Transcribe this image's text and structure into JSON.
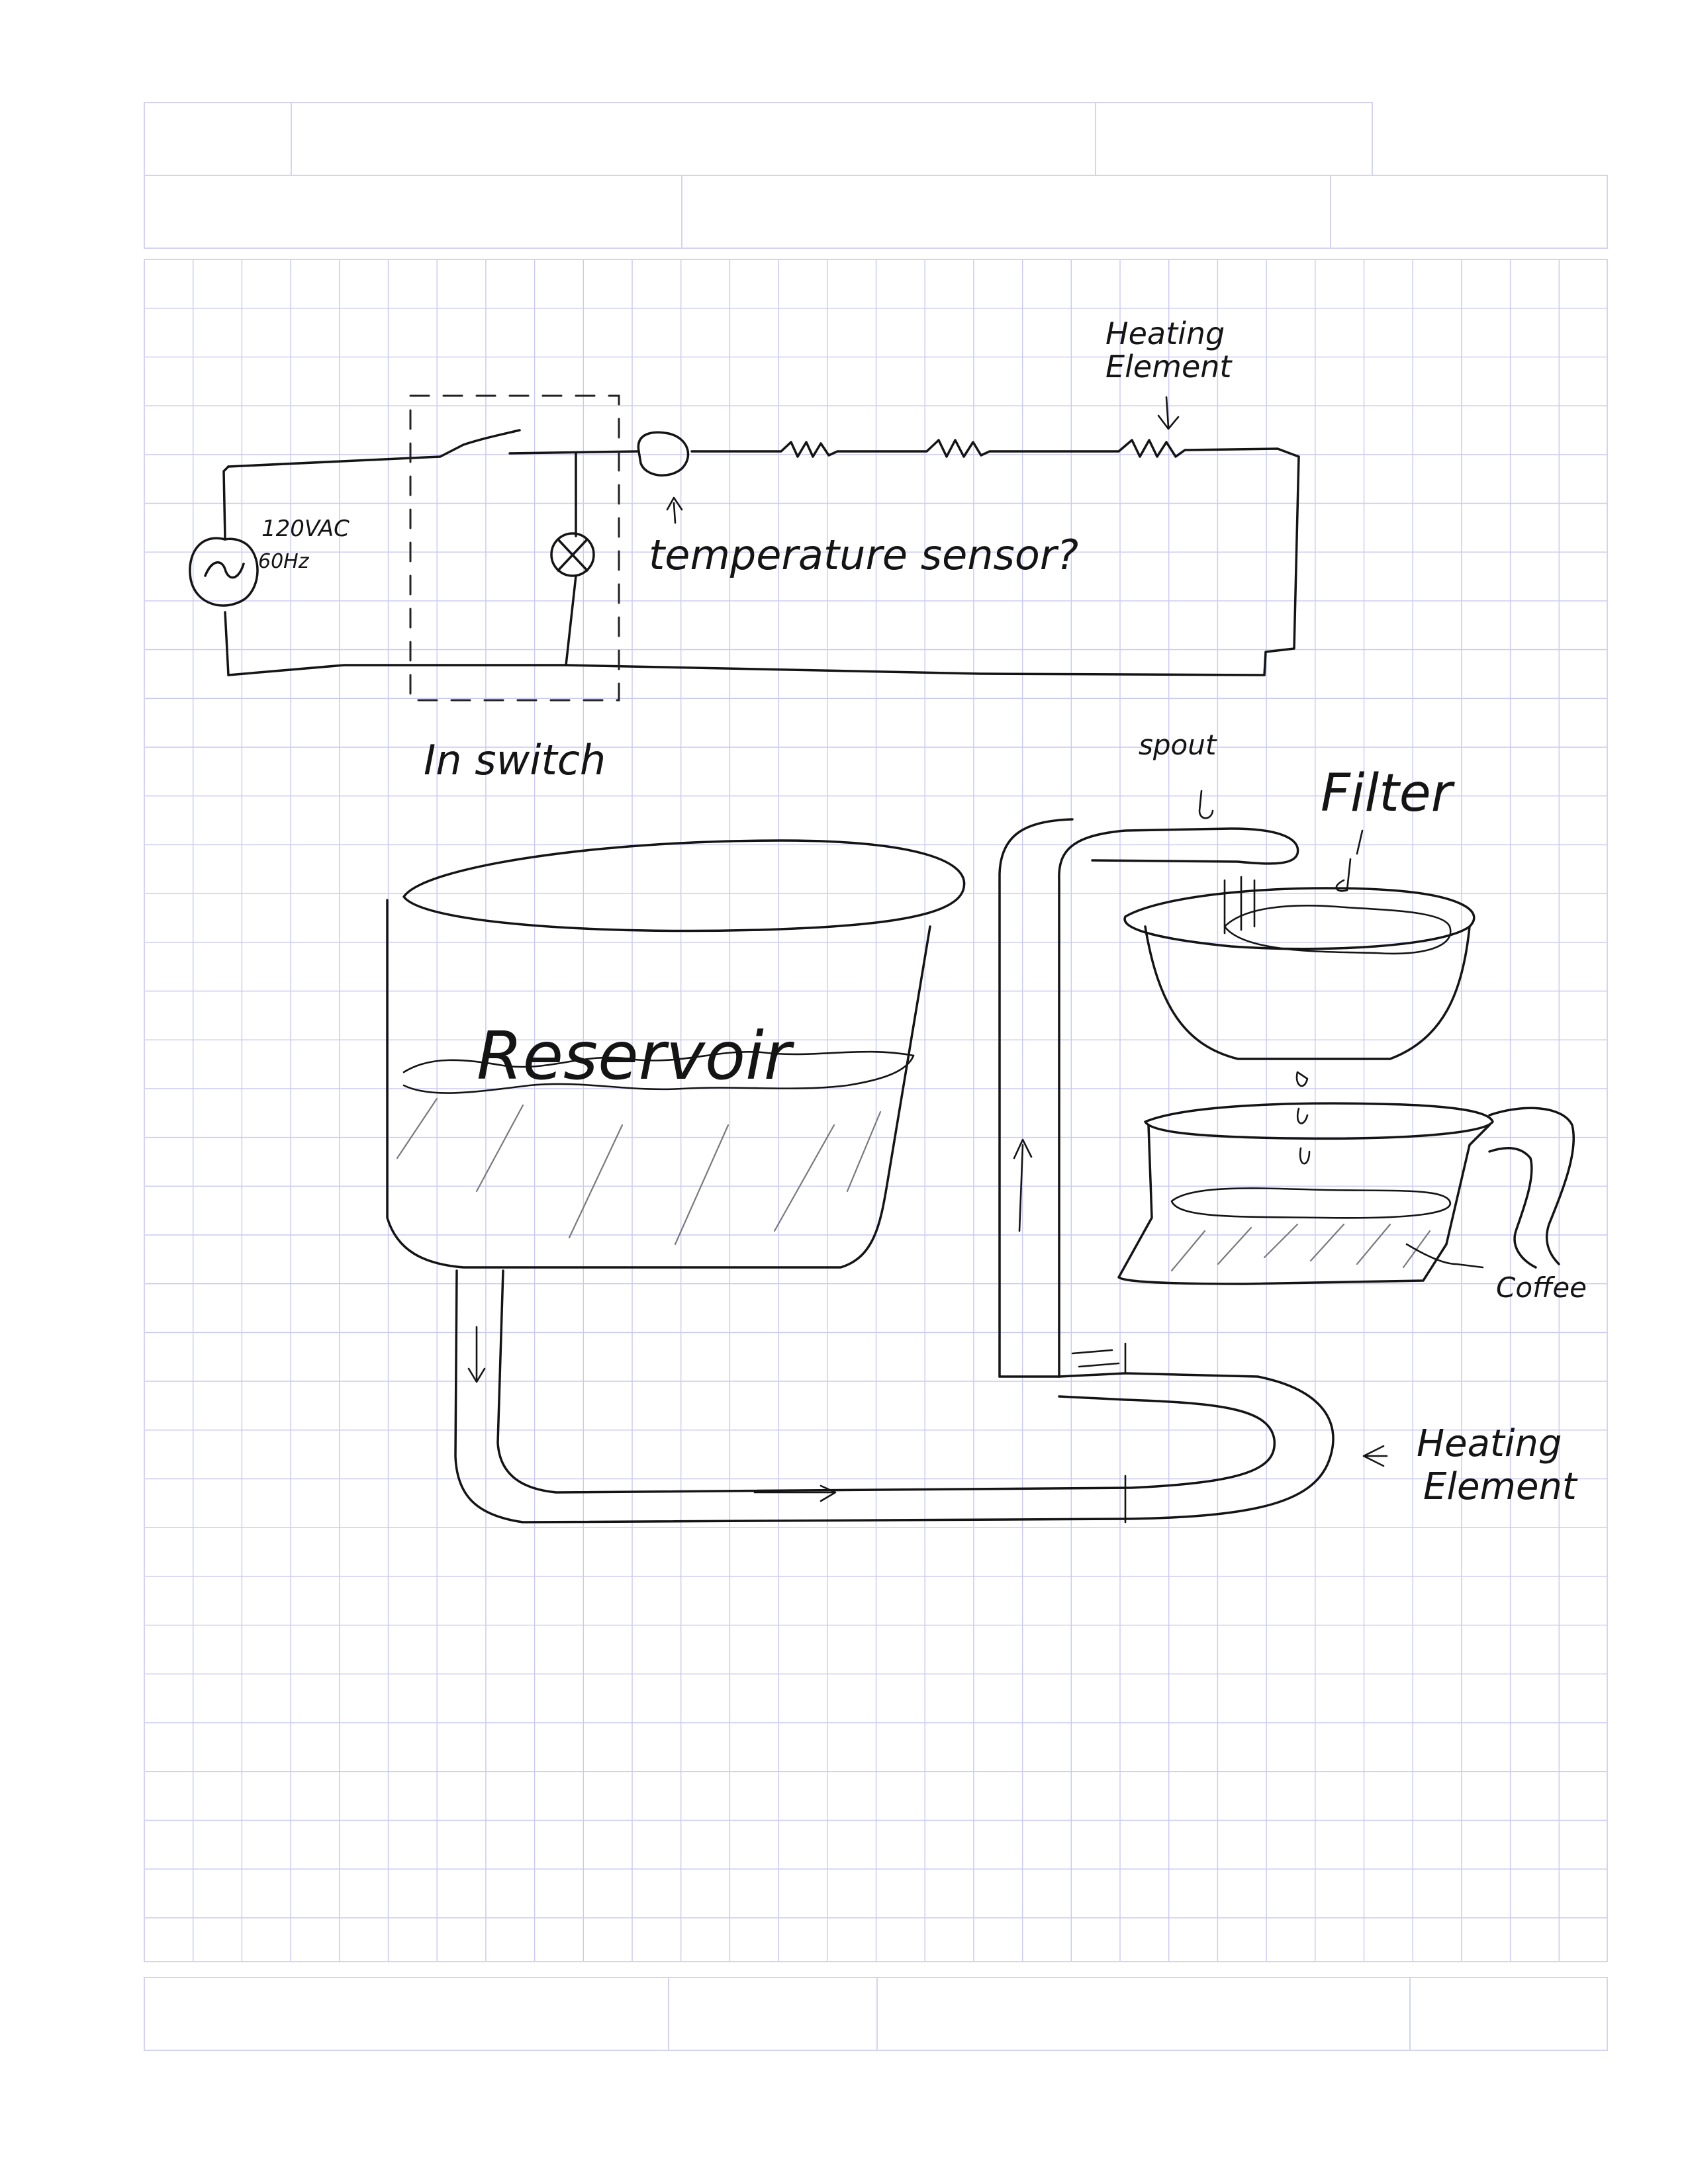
{
  "labels": {
    "source_voltage": "120VAC",
    "source_freq": "60Hz",
    "heating_element_top_l1": "Heating",
    "heating_element_top_l2": "Element",
    "temperature_sensor": "temperature sensor?",
    "switch": "In switch",
    "spout": "spout",
    "filter": "Filter",
    "reservoir": "Reservoir",
    "coffee": "Coffee",
    "heating_element_bottom_l1": "Heating",
    "heating_element_bottom_l2": "Element"
  },
  "colors": {
    "ink": "#141414",
    "grid": "#c9c9f2",
    "paper": "#ffffff"
  }
}
